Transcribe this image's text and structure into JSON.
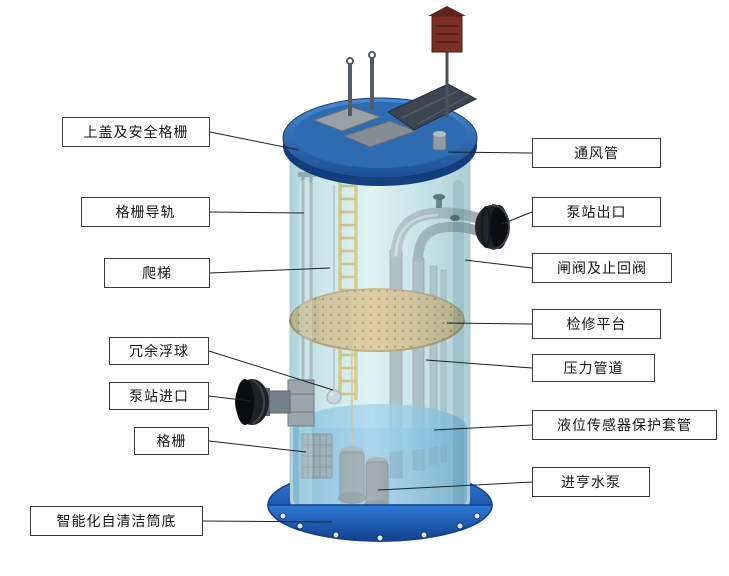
{
  "labels": {
    "left": [
      {
        "text": "上盖及安全格栅"
      },
      {
        "text": "格栅导轨"
      },
      {
        "text": "爬梯"
      },
      {
        "text": "冗余浮球"
      },
      {
        "text": "泵站进口"
      },
      {
        "text": "格栅"
      },
      {
        "text": "智能化自清洁筒底"
      }
    ],
    "right": [
      {
        "text": "通风管"
      },
      {
        "text": "泵站出口"
      },
      {
        "text": "闸阀及止回阀"
      },
      {
        "text": "检修平台"
      },
      {
        "text": "压力管道"
      },
      {
        "text": "液位传感器保护套管"
      },
      {
        "text": "进亨水泵"
      }
    ]
  },
  "colors": {
    "label_border": "#3a3a3a",
    "lid_blue": "#2e6cb2",
    "base_blue": "#2f7ad8",
    "body_teal": "#d9edf0",
    "platform_tan": "#dcb06a",
    "water_blue": "#4c9bd4",
    "ladder_yellow": "#d4b544"
  }
}
